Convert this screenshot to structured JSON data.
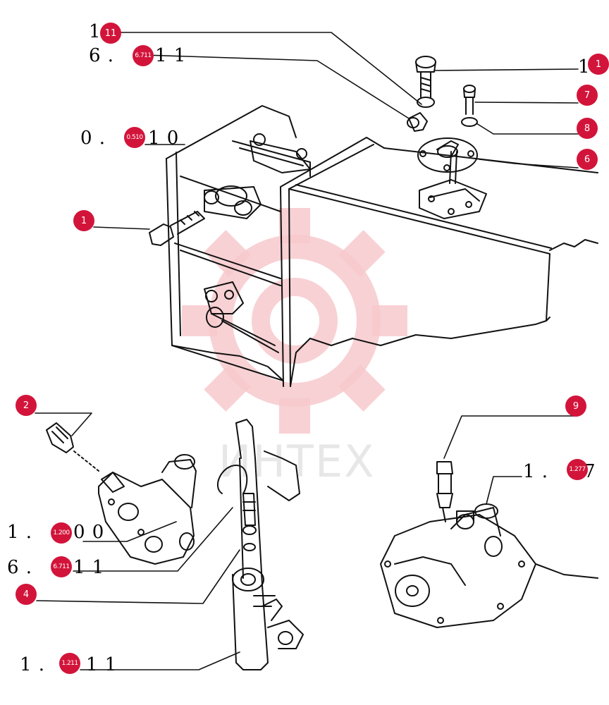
{
  "watermark": {
    "text": "ИНТЕХ",
    "color": "#f4c4c8"
  },
  "badge_color": "#d3143a",
  "badges": {
    "b11": "11",
    "b6711_top": "6.711",
    "b0510": "0.510",
    "b1": "1",
    "b_top_right": "1",
    "b7": "7",
    "b8": "8",
    "b6": "6",
    "b2": "2",
    "b1200": "1.200",
    "b6711_bottom": "6.711",
    "b4": "4",
    "b1211": "1.211",
    "b9": "9",
    "b1277": "1.277"
  },
  "refs": {
    "r_top_1": "1",
    "r_6711_top": "6 . ",
    "r_6711_top_suffix": "1 1",
    "r_0510": "0 . ",
    "r_0510_suffix": "1 0",
    "r_right_1": "1",
    "r_1200": "1 . ",
    "r_1200_suffix": "0 0",
    "r_6711_bottom": "6 . ",
    "r_6711_bottom_suffix": "1 1",
    "r_1211": "1 . ",
    "r_1211_suffix": "1 1",
    "r_1277": "1 . ",
    "r_1277_suffix": "7"
  }
}
